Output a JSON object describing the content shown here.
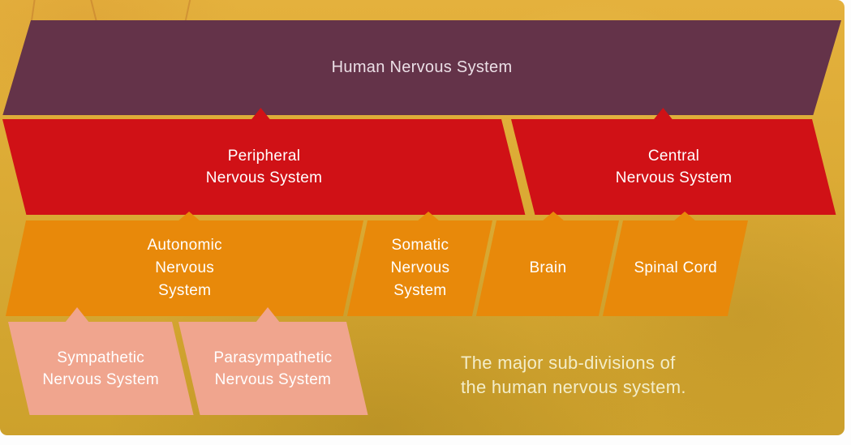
{
  "palette": {
    "background_gold_top": "#E4B13D",
    "background_gold_bottom": "#CDA12C",
    "level1_purple": "#643349",
    "level2_red": "#D01116",
    "level3_orange": "#E8890A",
    "level4_pink": "#F0A58E",
    "label_text": "#FFFFFF",
    "level1_text": "#EBDFE6",
    "caption_text": "#F3EDC9",
    "page_edge": "#FFFFFF"
  },
  "diagram": {
    "levels": [
      {
        "nodes": [
          {
            "lines": [
              "Human Nervous System"
            ]
          }
        ]
      },
      {
        "nodes": [
          {
            "lines": [
              "Peripheral",
              "Nervous System"
            ]
          },
          {
            "lines": [
              "Central",
              "Nervous System"
            ]
          }
        ]
      },
      {
        "nodes": [
          {
            "lines": [
              "Autonomic",
              "Nervous",
              "System"
            ]
          },
          {
            "lines": [
              "Somatic",
              "Nervous",
              "System"
            ]
          },
          {
            "lines": [
              "Brain"
            ]
          },
          {
            "lines": [
              "Spinal Cord"
            ]
          }
        ]
      },
      {
        "nodes": [
          {
            "lines": [
              "Sympathetic",
              "Nervous System"
            ]
          },
          {
            "lines": [
              "Parasympathetic",
              "Nervous System"
            ]
          }
        ]
      }
    ],
    "caption_lines": [
      "The major sub-divisions of",
      "the human nervous system."
    ],
    "hierarchy": {
      "root": "Human Nervous System",
      "children": {
        "Human Nervous System": [
          "Peripheral Nervous System",
          "Central Nervous System"
        ],
        "Peripheral Nervous System": [
          "Autonomic Nervous System",
          "Somatic Nervous System"
        ],
        "Central Nervous System": [
          "Brain",
          "Spinal Cord"
        ],
        "Autonomic Nervous System": [
          "Sympathetic Nervous System",
          "Parasympathetic Nervous System"
        ]
      }
    }
  }
}
